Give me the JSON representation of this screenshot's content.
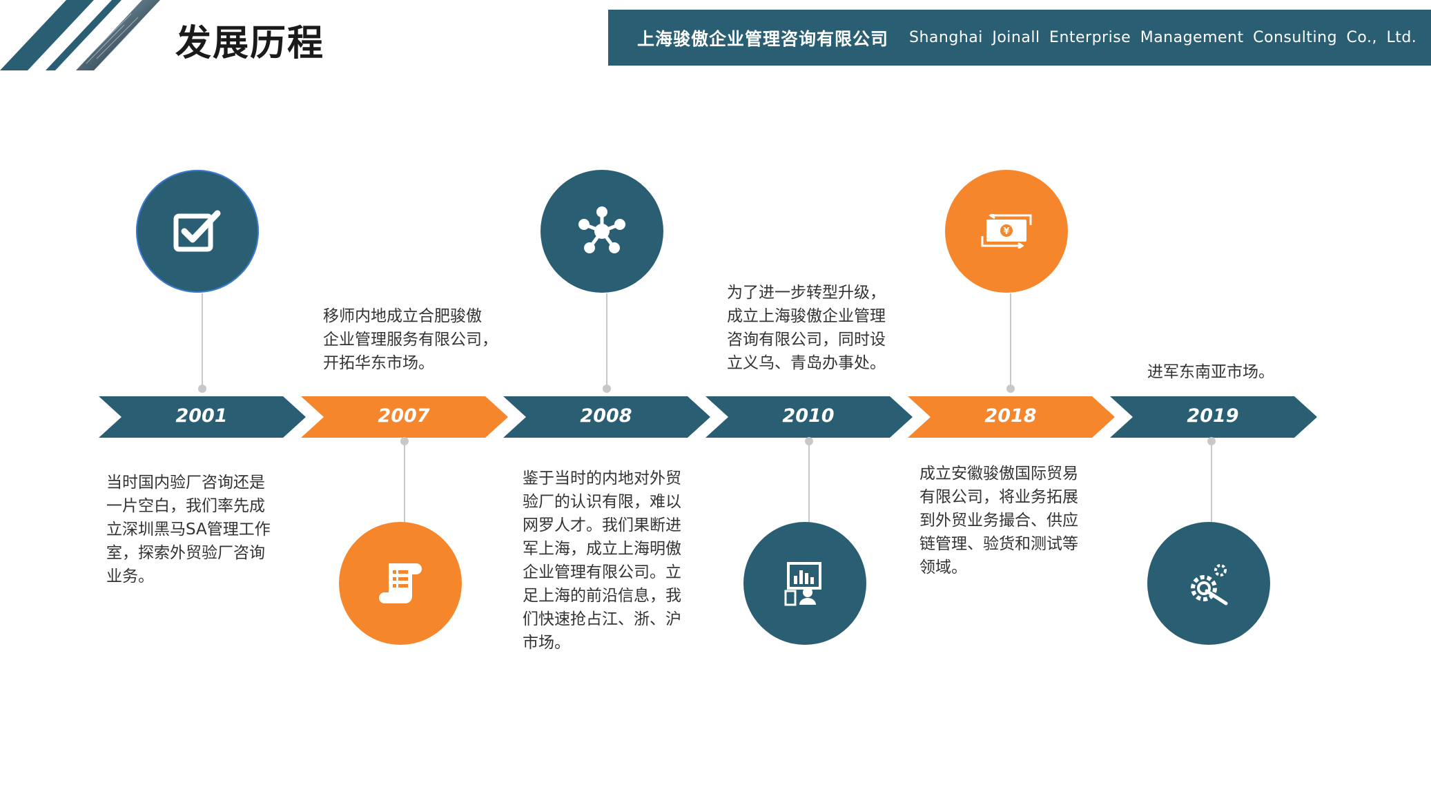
{
  "header": {
    "title": "发展历程",
    "company_cn": "上海骏傲企业管理咨询有限公司",
    "company_en": "Shanghai Joinall Enterprise Management Consulting Co., Ltd."
  },
  "colors": {
    "teal": "#2a5e72",
    "orange": "#f5862c",
    "connector": "#c8c8c8"
  },
  "milestones": [
    {
      "year": "2001",
      "color": "teal",
      "icon": "checkbox-icon",
      "text": "当时国内验厂咨询还是\n一片空白，我们率先成\n立深圳黑马SA管理工作\n室，探索外贸验厂咨询\n业务。"
    },
    {
      "year": "2007",
      "color": "orange",
      "icon": "document-list-icon",
      "text": "移师内地成立合肥骏傲\n企业管理服务有限公司，\n开拓华东市场。"
    },
    {
      "year": "2008",
      "color": "teal",
      "icon": "network-icon",
      "text": "鉴于当时的内地对外贸\n验厂的认识有限，难以\n网罗人才。我们果断进\n军上海，成立上海明傲\n企业管理有限公司。立\n足上海的前沿信息，我\n们快速抢占江、浙、沪\n市场。"
    },
    {
      "year": "2010",
      "color": "teal",
      "icon": "presenter-chart-icon",
      "text": "为了进一步转型升级，\n成立上海骏傲企业管理\n咨询有限公司，同时设\n立义乌、青岛办事处。"
    },
    {
      "year": "2018",
      "color": "orange",
      "icon": "money-exchange-icon",
      "text": "成立安徽骏傲国际贸易\n有限公司，将业务拓展\n到外贸业务撮合、供应\n链管理、验货和测试等\n领域。"
    },
    {
      "year": "2019",
      "color": "teal",
      "icon": "gear-wrench-icon",
      "text": "进军东南亚市场。"
    }
  ]
}
